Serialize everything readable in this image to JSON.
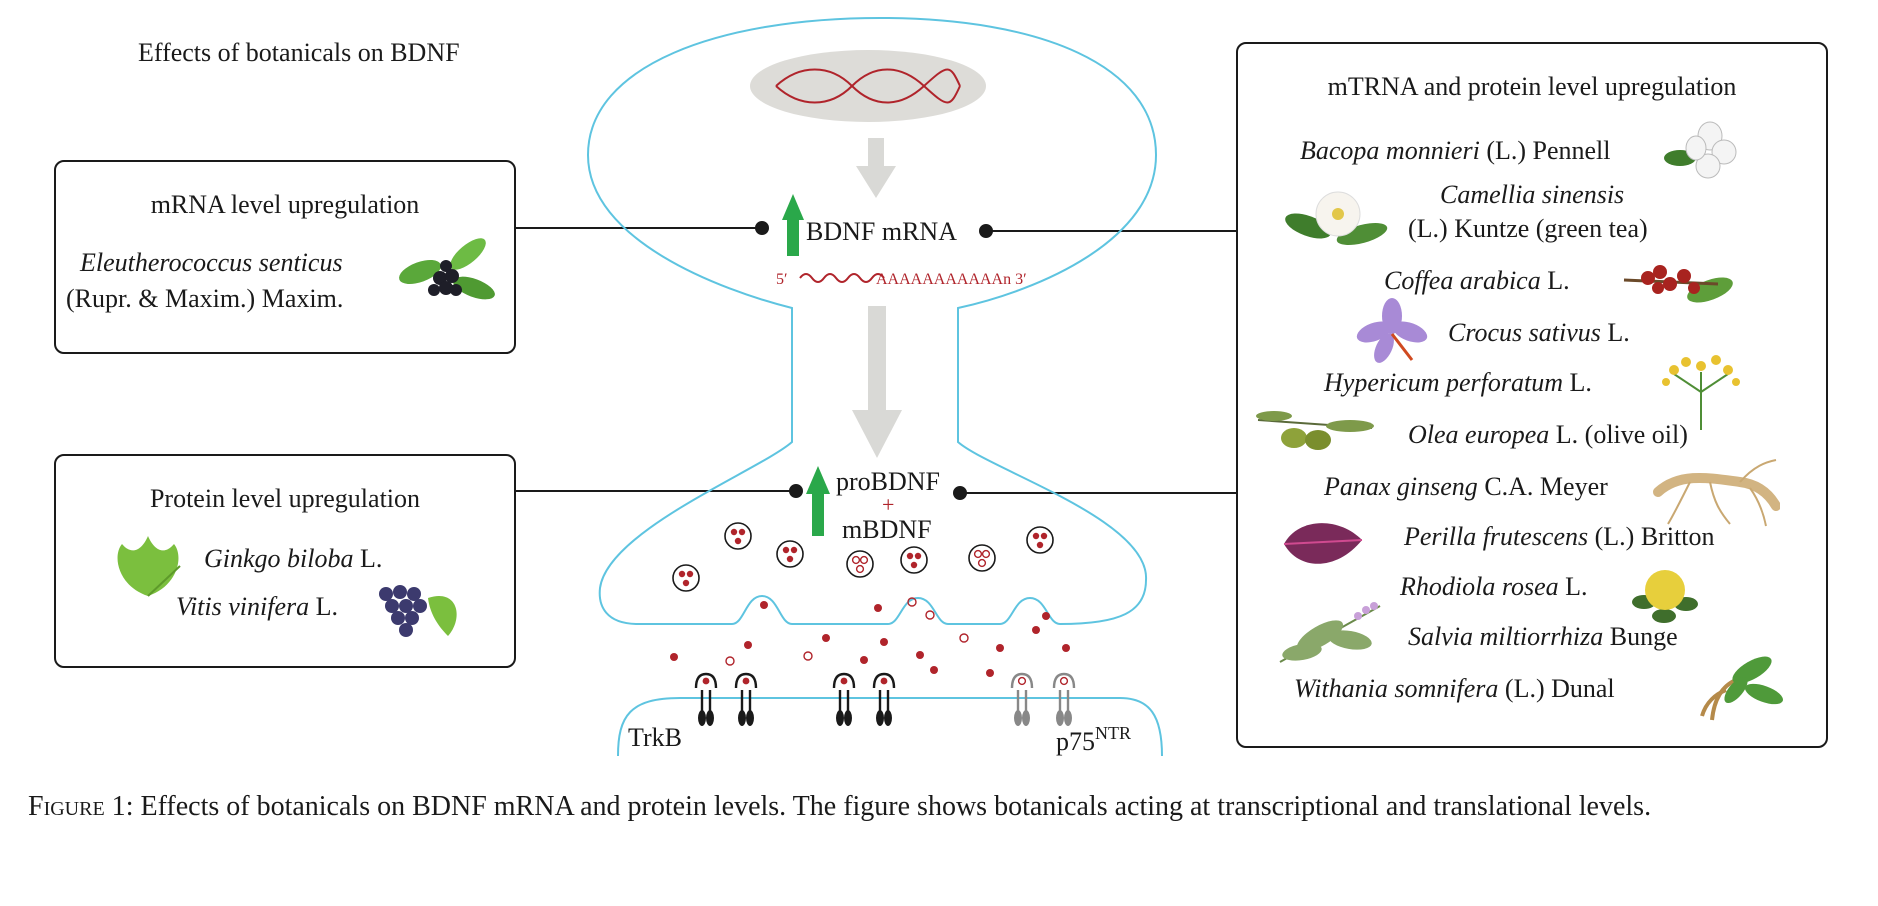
{
  "figure_title": "Effects of botanicals on BDNF",
  "center": {
    "mrna_label": "BDNF mRNA",
    "strand_5": "5′",
    "poly_a_tail": "AAAAAAAAAAAn 3′",
    "probdnf_label": "proBDNF",
    "plus_sign": "+",
    "mbdnf_label": "mBDNF",
    "trkb_label": "TrkB",
    "p75_label": "p75",
    "p75_superscript": "NTR"
  },
  "mrna_box": {
    "title": "mRNA level upregulation",
    "plants": [
      {
        "species": "Eleutherococcus senticus",
        "authority": ""
      },
      {
        "species": "",
        "authority": "(Rupr. & Maxim.) Maxim."
      }
    ]
  },
  "protein_box": {
    "title": "Protein level upregulation",
    "plants": [
      {
        "species": "Ginkgo biloba",
        "authority": "L."
      },
      {
        "species": "Vitis vinifera",
        "authority": "L."
      }
    ]
  },
  "right_box": {
    "title": "mTRNA and protein level upregulation",
    "plants": [
      {
        "species": "Bacopa monnieri",
        "authority": "(L.) Pennell"
      },
      {
        "species": "Camellia sinensis",
        "authority": ""
      },
      {
        "species": "",
        "authority": "(L.) Kuntze (green tea)"
      },
      {
        "species": "Coffea arabica",
        "authority": "L."
      },
      {
        "species": "Crocus sativus",
        "authority": "L."
      },
      {
        "species": "Hypericum perforatum",
        "authority": "L."
      },
      {
        "species": "Olea europea",
        "authority": "L. (olive oil)"
      },
      {
        "species": "Panax ginseng",
        "authority": "C.A. Meyer"
      },
      {
        "species": "Perilla frutescens",
        "authority": "(L.) Britton"
      },
      {
        "species": "Rhodiola rosea",
        "authority": "L."
      },
      {
        "species": "Salvia miltiorrhiza",
        "authority": "Bunge"
      },
      {
        "species": "Withania somnifera",
        "authority": "(L.) Dunal"
      }
    ]
  },
  "caption": {
    "lead": "Figure 1",
    "text": ": Effects of botanicals on BDNF mRNA and protein levels. The figure shows botanicals acting at transcriptional and translational levels."
  },
  "colors": {
    "membrane": "#5ec4e0",
    "arrow_up": "#2aa84a",
    "arrow_flow": "#d9d9d6",
    "bdnf_dot": "#b0242b",
    "nucleus": "#dddcd8",
    "connector": "#1a1a1a"
  }
}
